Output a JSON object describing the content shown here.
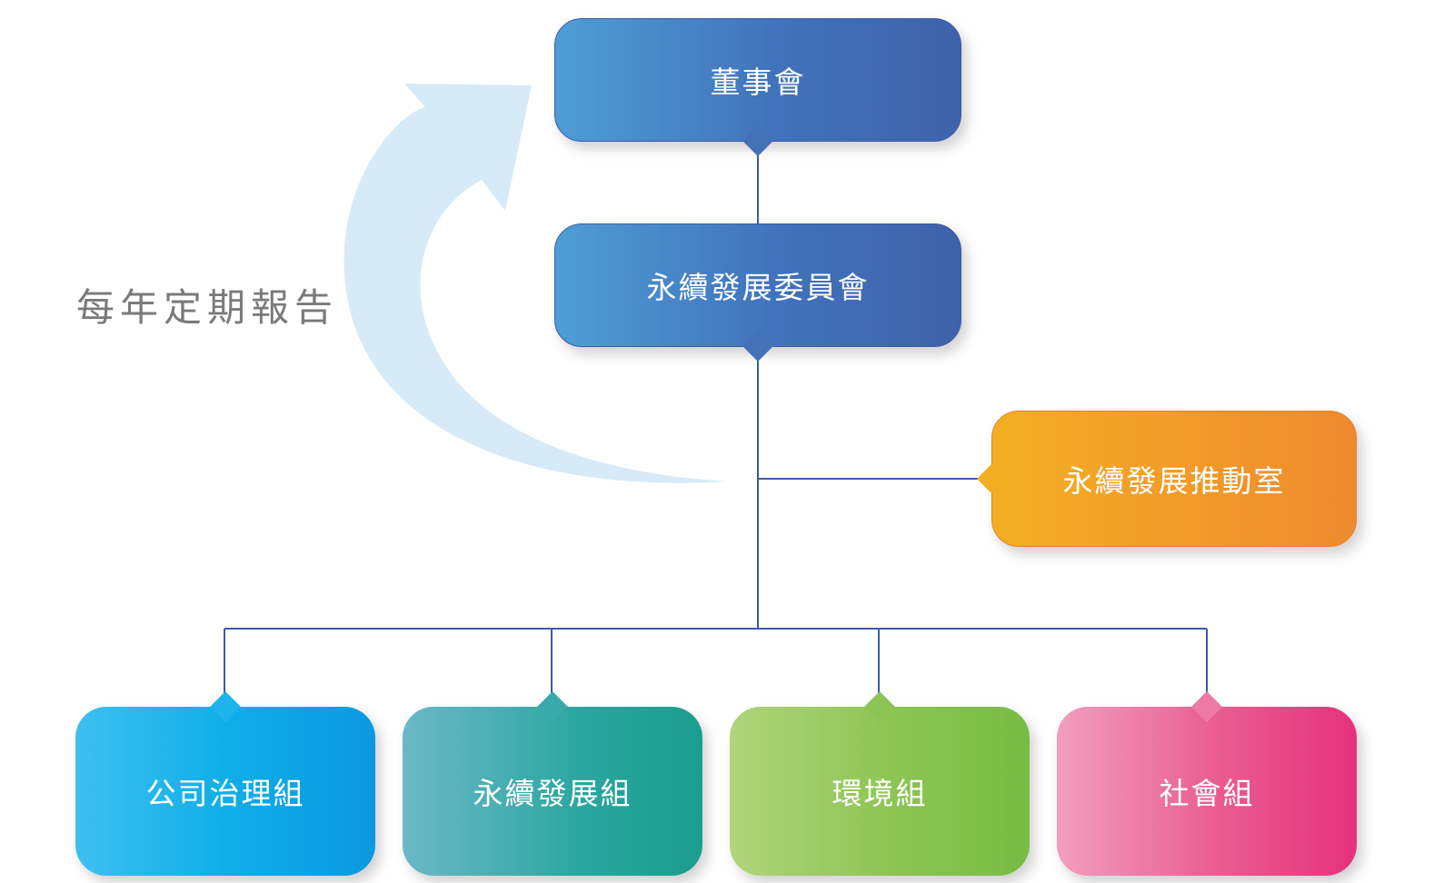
{
  "diagram": {
    "board": "董事會",
    "committee": "永續發展委員會",
    "office": "永續發展推動室",
    "report_label": "每年定期報告",
    "teams": [
      "公司治理組",
      "永續發展組",
      "環境組",
      "社會組"
    ]
  },
  "colors": {
    "line": "#3e5aa6",
    "arrow": "#d6ebf7",
    "label": "#7a7a7a"
  }
}
